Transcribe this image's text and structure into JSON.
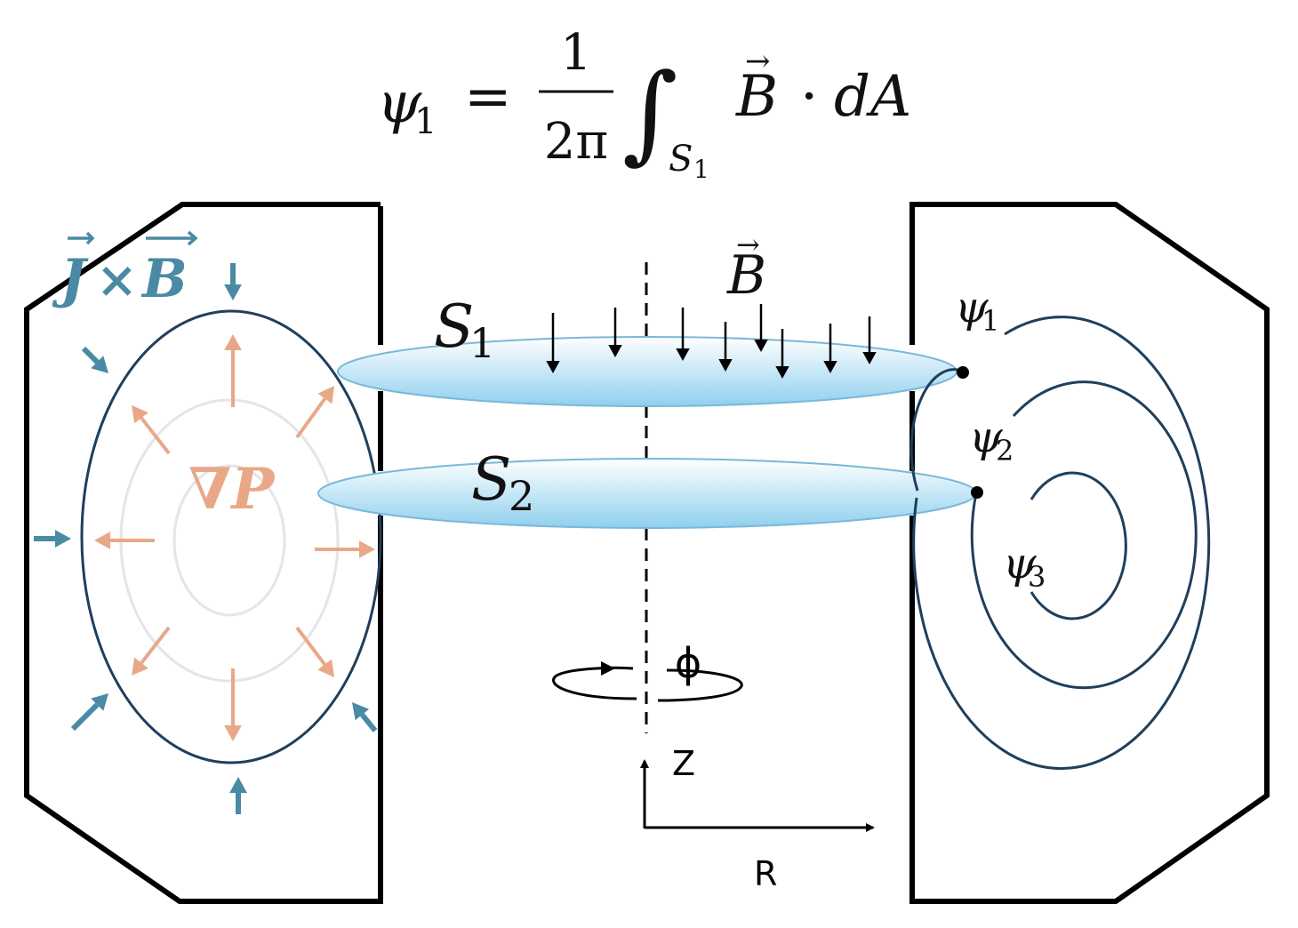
{
  "equation": {
    "lhs_symbol": "ψ",
    "lhs_subscript": "1",
    "equals": "=",
    "numerator": "1",
    "denominator": "2π",
    "integral_sign": "∫",
    "integral_subscript_symbol": "S",
    "integral_subscript_index": "1",
    "integrand_vector": "B",
    "vector_arrow": "→",
    "dot": "·",
    "differential": "dA"
  },
  "left_panel": {
    "force_label_j": "J",
    "force_label_times": "×",
    "force_label_b": "B",
    "vector_arrow": "→",
    "pressure_label": "∇P"
  },
  "center": {
    "surface_1_symbol": "S",
    "surface_1_index": "1",
    "surface_2_symbol": "S",
    "surface_2_index": "2",
    "field_symbol": "B",
    "vector_arrow": "→",
    "toroidal_angle_label": "ϕ",
    "z_axis_label": "Z",
    "r_axis_label": "R"
  },
  "right_panel": {
    "psi_symbol": "ψ",
    "psi_1_index": "1",
    "psi_2_index": "2",
    "psi_3_index": "3"
  },
  "colors": {
    "wall": "#000000",
    "flux_surface": "#1f3f5c",
    "force_jxb": "#4a8aa5",
    "pressure_gradient": "#e8a888",
    "inner_contour": "#e4e4ea",
    "disk_fill_top": "#ffffff",
    "disk_fill_bottom": "#8fd0ee",
    "disk_stroke": "#7ab8d8"
  }
}
